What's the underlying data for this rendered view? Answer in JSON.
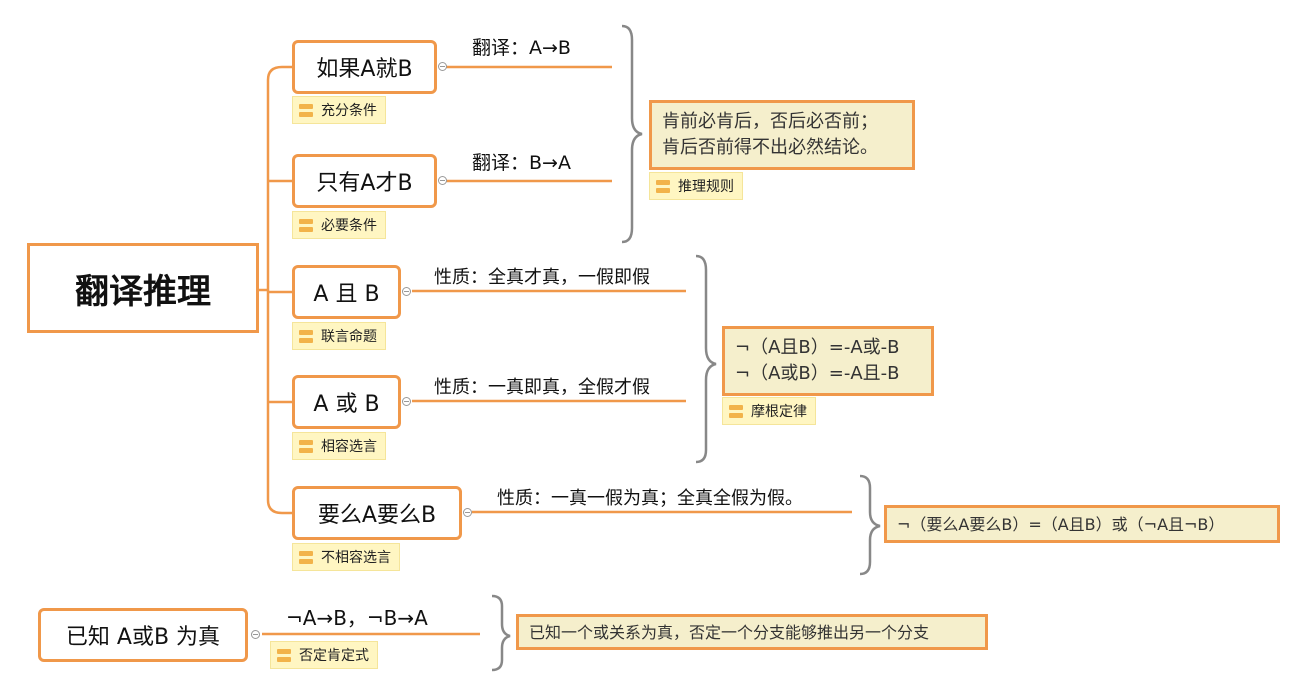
{
  "root": {
    "title": "翻译推理"
  },
  "branches": [
    {
      "node": "如果A就B",
      "tag": "充分条件",
      "label": "翻译：A→B"
    },
    {
      "node": "只有A才B",
      "tag": "必要条件",
      "label": "翻译：B→A"
    },
    {
      "node": "A 且 B",
      "tag": "联言命题",
      "label": "性质：全真才真，一假即假"
    },
    {
      "node": "A 或 B",
      "tag": "相容选言",
      "label": "性质：一真即真，全假才假"
    },
    {
      "node": "要么A要么B",
      "tag": "不相容选言",
      "label": "性质：一真一假为真；全真全假为假。"
    }
  ],
  "notes": {
    "conditional": {
      "lines": [
        "肯前必肯后，否后必否前；",
        "肯后否前得不出必然结论。"
      ],
      "tag": "推理规则"
    },
    "demorgan": {
      "lines": [
        "¬（A且B）=-A或-B",
        "¬（A或B）=-A且-B"
      ],
      "tag": "摩根定律"
    },
    "either": {
      "text": "¬（要么A要么B）=（A且B）或（¬A且¬B）"
    }
  },
  "known": {
    "node": "已知 A或B 为真",
    "label": "¬A→B，¬B→A",
    "tag": "否定肯定式",
    "note": "已知一个或关系为真，否定一个分支能够推出另一个分支"
  },
  "colors": {
    "accent": "#f0984a",
    "note_bg": "#f5efcc",
    "tag_bg": "#fff6c2",
    "brace": "#888888"
  }
}
